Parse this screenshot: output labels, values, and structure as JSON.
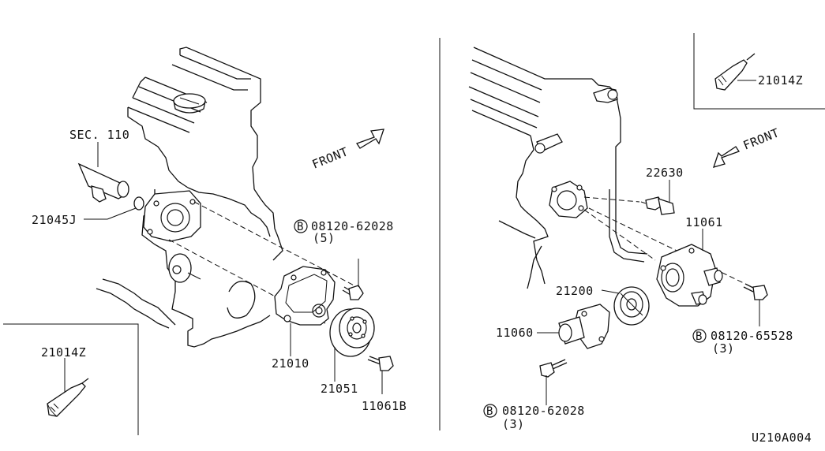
{
  "labels": {
    "sec110": "SEC. 110",
    "p21045j": "21045J",
    "front_left": "FRONT",
    "front_right": "FRONT",
    "bolt1_badge": "B",
    "bolt1_num": "08120-62028",
    "bolt1_qty": "(5)",
    "p21010": "21010",
    "p21051": "21051",
    "p11061b": "11061B",
    "p21014z_left": "21014Z",
    "p21014z_right": "21014Z",
    "p22630": "22630",
    "p11061": "11061",
    "p21200": "21200",
    "p11060": "11060",
    "bolt2_badge": "B",
    "bolt2_num": "08120-65528",
    "bolt2_qty": "(3)",
    "bolt3_badge": "B",
    "bolt3_num": "08120-62028",
    "bolt3_qty": "(3)",
    "diagram_code": "U210A004"
  }
}
